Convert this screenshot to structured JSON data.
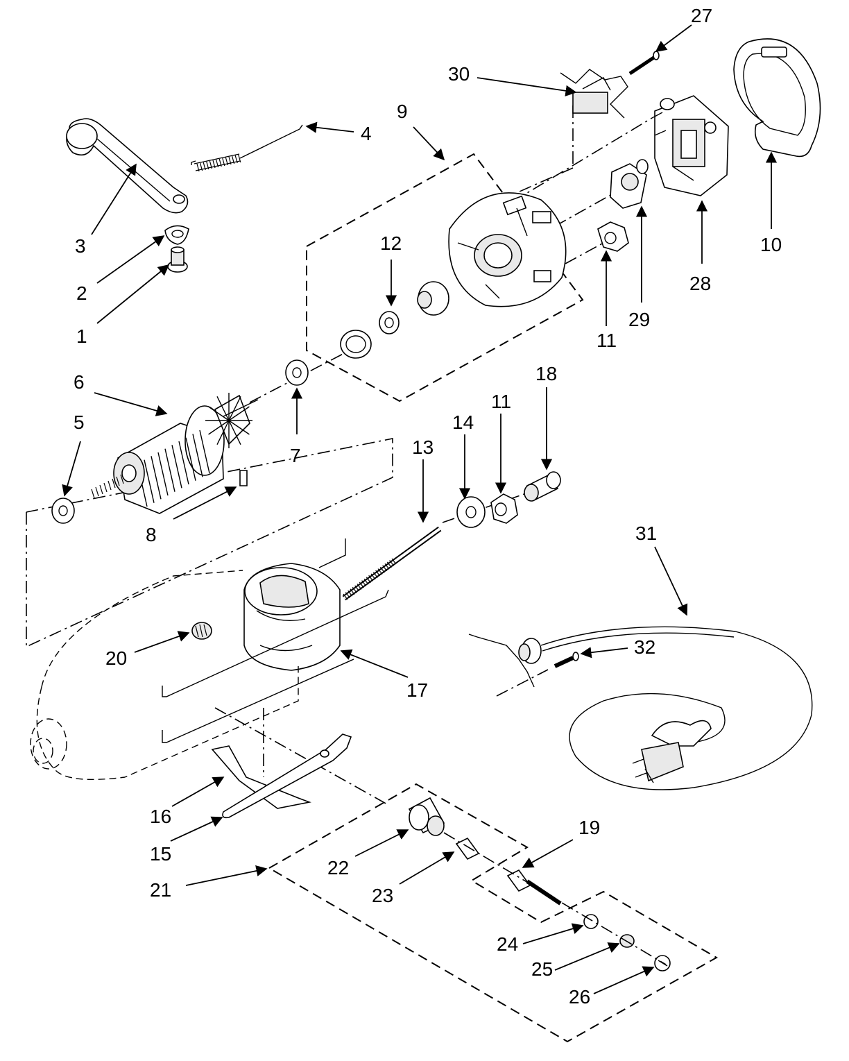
{
  "labels": {
    "1": "1",
    "2": "2",
    "3": "3",
    "4": "4",
    "5": "5",
    "6": "6",
    "7": "7",
    "8": "8",
    "9": "9",
    "10": "10",
    "11a": "11",
    "11b": "11",
    "12": "12",
    "13": "13",
    "14": "14",
    "15": "15",
    "16": "16",
    "17": "17",
    "18": "18",
    "19": "19",
    "20": "20",
    "21": "21",
    "22": "22",
    "23": "23",
    "24": "24",
    "25": "25",
    "26": "26",
    "27": "27",
    "28": "28",
    "29": "29",
    "30": "30",
    "31": "31",
    "32": "32"
  },
  "colors": {
    "line": "#000000",
    "background": "#ffffff",
    "shade": "#e9e9e9"
  }
}
